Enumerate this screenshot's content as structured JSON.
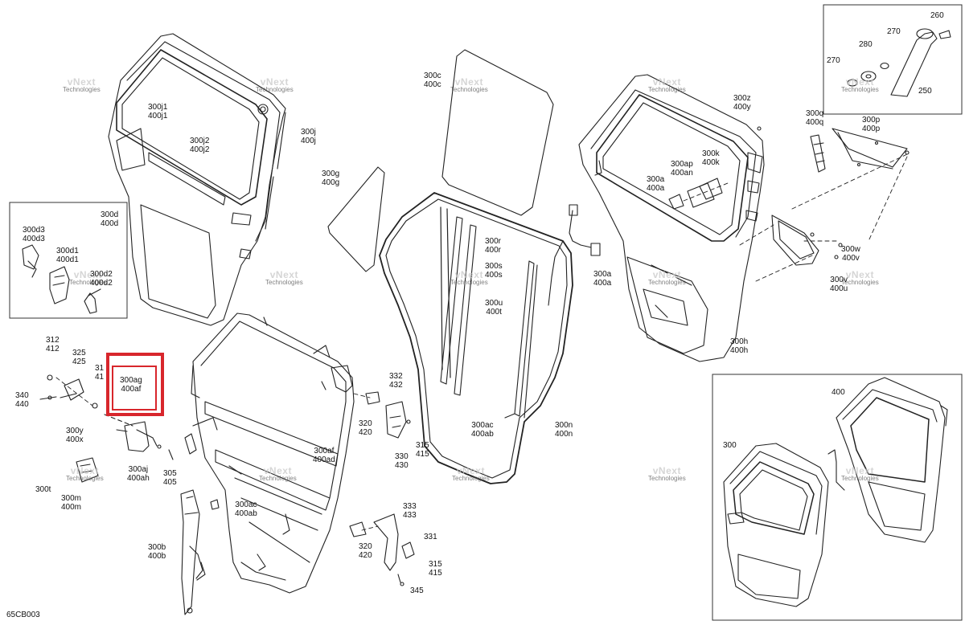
{
  "diagram_code": "65CB003",
  "highlight_color": "#d8262c",
  "watermark": {
    "brand": "vNext",
    "sub": "Technologies"
  },
  "labels": {
    "l_300j1": "300j1\n400j1",
    "l_300j2": "300j2\n400j2",
    "l_300j": "300j\n400j",
    "l_300d": "300d\n400d",
    "l_300d3": "300d3\n400d3",
    "l_300d1": "300d1\n400d1",
    "l_300d2": "300d2\n400d2",
    "l_300c": "300c\n400c",
    "l_300g": "300g\n400g",
    "l_300r": "300r\n400r",
    "l_300s": "300s\n400s",
    "l_300u": "300u\n400t",
    "l_300a_mid": "300a\n400a",
    "l_300ac_r": "300ac\n400ab",
    "l_300n": "300n\n400n",
    "l_300z": "300z\n400y",
    "l_300q": "300q\n400q",
    "l_300p": "300p\n400p",
    "l_300ap": "300ap\n400an",
    "l_300k": "300k\n400k",
    "l_300a_top": "300a\n400a",
    "l_300w": "300w\n400v",
    "l_300v": "300v\n400u",
    "l_300h": "300h\n400h",
    "l_312": "312\n412",
    "l_325": "325\n425",
    "l_31": "31\n41",
    "l_340": "340\n440",
    "l_300ag": "300ag\n400af",
    "l_300y": "300y\n400x",
    "l_300aj": "300aj\n400ah",
    "l_305": "305\n405",
    "l_300t": "300t",
    "l_300m": "300m\n400m",
    "l_332": "332\n432",
    "l_320a": "320\n420",
    "l_315a": "315\n415",
    "l_330": "330\n430",
    "l_300af": "300af\n400ad",
    "l_300ac_l": "300ac\n400ab",
    "l_333": "333\n433",
    "l_320b": "320\n420",
    "l_331": "331",
    "l_315b": "315\n415",
    "l_345": "345",
    "l_300b": "300b\n400b",
    "l_260": "260",
    "l_270a": "270",
    "l_280": "280",
    "l_270b": "270",
    "l_250": "250",
    "l_400": "400",
    "l_300": "300"
  }
}
